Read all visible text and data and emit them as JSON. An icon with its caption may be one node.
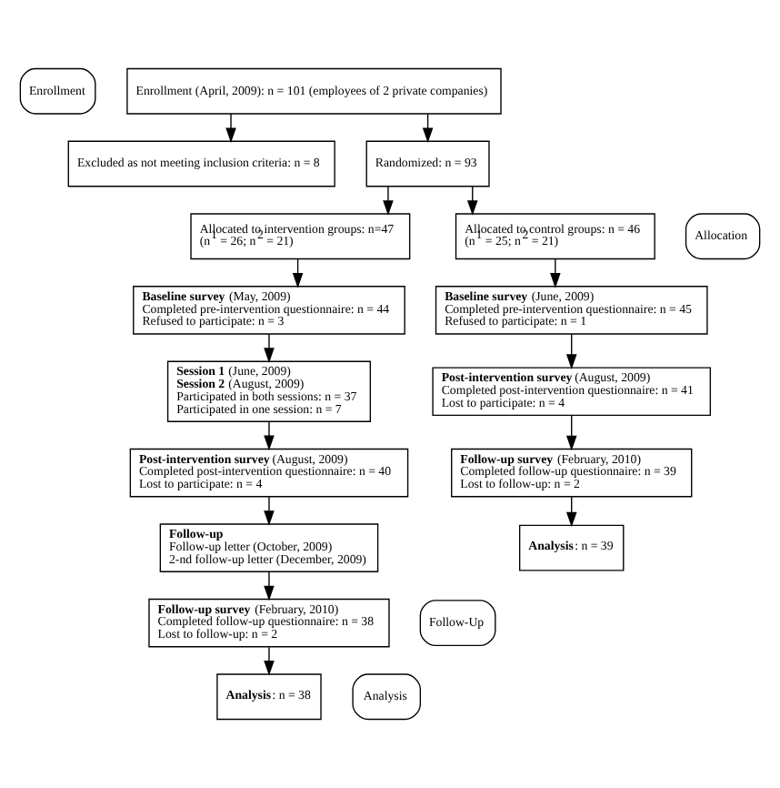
{
  "diagram": {
    "nodes": [
      {
        "text": [
          "Enrollment"
        ]
      },
      {
        "text": [
          "Enrollment (April, 2009): n = 101 (employees of 2 private companies)"
        ]
      },
      {
        "text": [
          "Excluded as not meeting inclusion criteria: n = 8"
        ]
      },
      {
        "text": [
          "Randomized: n = 93"
        ]
      },
      {
        "text": [
          "Allocation"
        ]
      },
      {
        "text": [
          "Allocated to intervention groups: n=47",
          "(n$^{1}$ = 26; n$^{2}$ = 21)"
        ]
      },
      {
        "text": [
          "Allocated to control groups: n = 46",
          "(n$^{1}$ = 25; n$^{2}$ = 21)"
        ]
      },
      {
        "text": [
          "**Baseline survey** (May, 2009)",
          "Completed pre-intervention questionnaire: n = 44",
          "Refused to participate: n = 3"
        ]
      },
      {
        "text": [
          "**Baseline survey** (June, 2009)",
          "Completed pre-intervention questionnaire: n = 45",
          "Refused to participate: n = 1"
        ]
      },
      {
        "text": [
          "**Session 1** (June, 2009)",
          "**Session 2** (August, 2009)",
          "Participated in both sessions: n = 37",
          "Participated in one session: n = 7"
        ]
      },
      {
        "text": [
          "**Post-intervention survey** (August, 2009)",
          "Completed post-intervention questionnaire: n = 40",
          "Lost to participate: n = 4"
        ]
      },
      {
        "text": [
          "**Post-intervention survey** (August, 2009)",
          "Completed post-intervention questionnaire: n = 41",
          "Lost to participate: n = 4"
        ]
      },
      {
        "text": [
          "**Follow-up**",
          "Follow-up letter (October, 2009)",
          "2-nd follow-up letter (December, 2009)"
        ]
      },
      {
        "text": [
          "Follow-Up"
        ]
      },
      {
        "text": [
          "**Follow-up survey** (February, 2010)",
          "Completed follow-up questionnaire: n = 38",
          "Lost to follow-up: n = 2"
        ]
      },
      {
        "text": [
          "**Follow-up survey** (February, 2010)",
          "Completed follow-up questionnaire: n = 39",
          "Lost to follow-up: n = 2"
        ]
      },
      {
        "text": [
          "Analysis"
        ]
      },
      {
        "text": [
          "**Analysis**: n = 38"
        ]
      },
      {
        "text": [
          "**Analysis**: n = 39"
        ]
      }
    ],
    "edges": [
      {
        "from": 1,
        "to": 3,
        "arrow": "to"
      },
      {
        "from": 1,
        "to": 2,
        "arrow": "to"
      },
      {
        "from": 3,
        "to": 5,
        "arrow": "to"
      },
      {
        "from": 3,
        "to": 6,
        "arrow": "to"
      },
      {
        "from": 5,
        "to": 7,
        "arrow": "to"
      },
      {
        "from": 6,
        "to": 8,
        "arrow": "to"
      },
      {
        "from": 7,
        "to": 9,
        "arrow": "to"
      },
      {
        "from": 8,
        "to": 11,
        "arrow": "to"
      },
      {
        "from": 9,
        "to": 10,
        "arrow": "to"
      },
      {
        "from": 10,
        "to": 12,
        "arrow": "to"
      },
      {
        "from": 11,
        "to": 15,
        "arrow": "to"
      },
      {
        "from": 12,
        "to": 14,
        "arrow": "to"
      },
      {
        "from": 14,
        "to": 17,
        "arrow": "to"
      },
      {
        "from": 15,
        "to": 18,
        "arrow": "to"
      }
    ]
  }
}
